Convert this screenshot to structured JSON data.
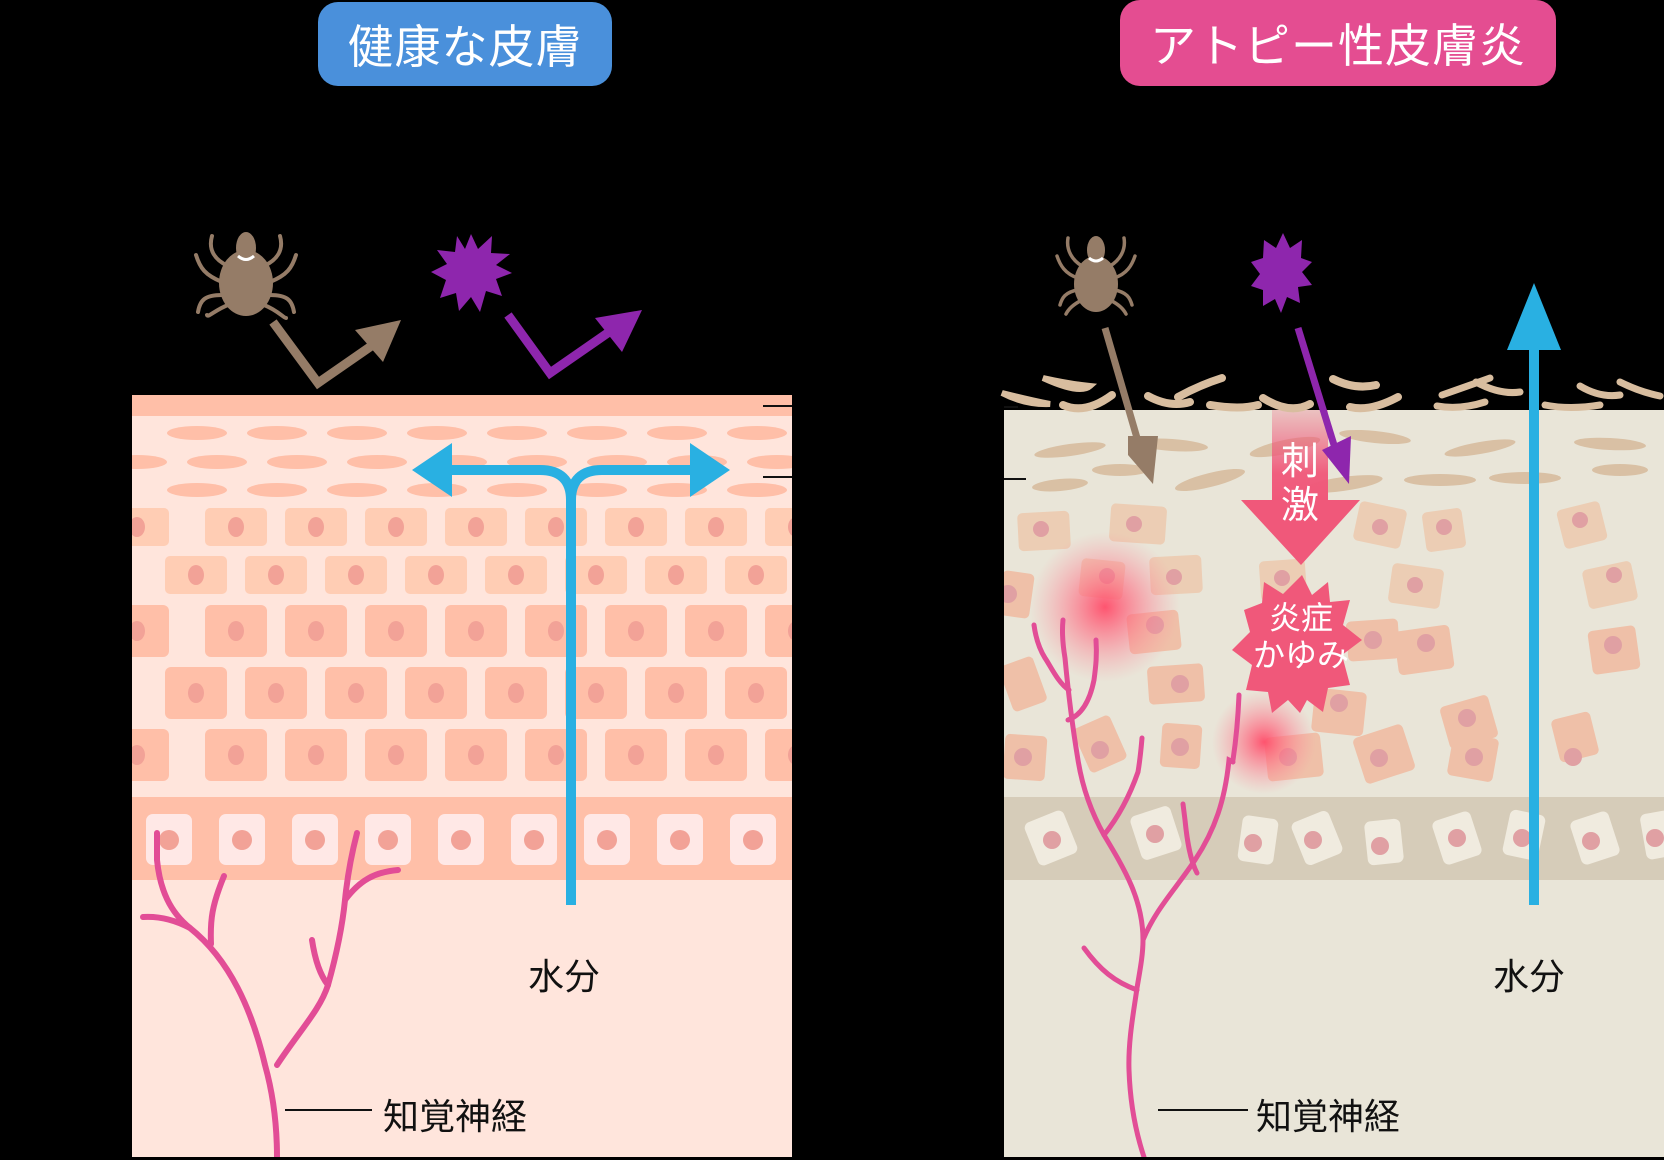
{
  "titles": {
    "healthy": "健康な皮膚",
    "atopic": "アトピー性皮膚炎"
  },
  "colors": {
    "background": "#000000",
    "healthy_title_bg": "#4A90DB",
    "atopic_title_bg": "#E44D91",
    "healthy_skin_top": "#FFBFA8",
    "healthy_skin_bg": "#FFE5DC",
    "healthy_cell": "#FFC6AE",
    "healthy_nucleus": "#F2A297",
    "healthy_basal_cell": "#FFE8E6",
    "atopic_skin_bg": "#E9E5D8",
    "atopic_flake": "#D8BD9F",
    "atopic_basal_band": "#D6CCB9",
    "atopic_cell": "#EFC0A8",
    "water_arrow": "#29B0E2",
    "mite": "#957C67",
    "allergen": "#8E26AD",
    "nerve": "#E24D96",
    "stimulus": "#F0587A"
  },
  "left_panel": {
    "water_label": "水分",
    "nerve_label": "知覚神経",
    "icons": [
      "mite-icon",
      "allergen-icon"
    ],
    "arrows": [
      "mite-deflect-arrow",
      "allergen-deflect-arrow",
      "water-retained-arrow"
    ]
  },
  "right_panel": {
    "water_label": "水分",
    "nerve_label": "知覚神経",
    "stimulus_label_line1": "刺",
    "stimulus_label_line2": "激",
    "inflammation_line1": "炎症",
    "inflammation_line2": "かゆみ",
    "icons": [
      "mite-icon",
      "allergen-icon"
    ],
    "arrows": [
      "mite-penetrate-arrow",
      "allergen-penetrate-arrow",
      "water-escape-arrow",
      "stimulus-arrow"
    ]
  }
}
